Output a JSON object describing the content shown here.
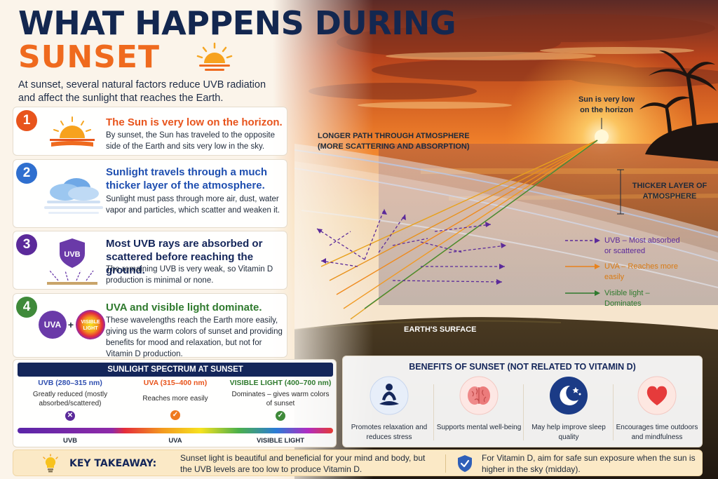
{
  "header": {
    "title_line1": "WHAT HAPPENS DURING",
    "title_line2": "SUNSET",
    "intro": "At sunset, several natural factors reduce UVB radiation and affect the sunlight that reaches the Earth."
  },
  "steps": [
    {
      "number": "1",
      "color": "#e8541c",
      "title": "The Sun is very low on the horizon.",
      "title_color": "#e8541c",
      "body": "By sunset, the Sun has traveled to the opposite side of the Earth and sits very low in the sky."
    },
    {
      "number": "2",
      "color": "#2f6fcf",
      "title": "Sunlight travels through a much thicker layer of the atmosphere.",
      "title_color": "#1f4fb0",
      "body": "Sunlight must pass through more air, dust, water vapor and particles, which scatter and weaken it."
    },
    {
      "number": "3",
      "color": "#5b2a9a",
      "title": "Most UVB rays are absorbed or scattered before reaching the ground.",
      "title_color": "#14265a",
      "body": "The remaining UVB is very weak, so Vitamin D production is minimal or none.",
      "icon_label": "UVB"
    },
    {
      "number": "4",
      "color": "#3f8a3a",
      "title": "UVA and visible light dominate.",
      "title_color": "#2f7a2e",
      "body": "These wavelengths reach the Earth more easily, giving us the warm colors of sunset and providing benefits for mood and relaxation, but not for Vitamin D production.",
      "icon_uva": "UVA",
      "icon_plus": "+",
      "icon_visible": "VISIBLE LIGHT"
    }
  ],
  "diagram": {
    "longer_path": "LONGER PATH THROUGH ATMOSPHERE (MORE SCATTERING AND ABSORPTION)",
    "sun_label": "Sun is very low on the horizon",
    "thicker_layer": "THICKER LAYER OF ATMOSPHERE",
    "earth_surface": "EARTH'S SURFACE",
    "legend": [
      {
        "text": "UVB – Most absorbed or scattered",
        "color": "#5b2a9a"
      },
      {
        "text": "UVA – Reaches more easily",
        "color": "#e8821c"
      },
      {
        "text": "Visible light – Dominates",
        "color": "#2f7a2e"
      }
    ]
  },
  "spectrum": {
    "title": "SUNLIGHT SPECTRUM AT SUNSET",
    "columns": [
      {
        "name": "UVB (280–315 nm)",
        "color": "#2f4fb0",
        "desc": "Greatly reduced (mostly absorbed/scattered)",
        "mark": "✕",
        "mark_color": "#5b2a9a",
        "bar_label": "UVB"
      },
      {
        "name": "UVA (315–400 nm)",
        "color": "#e8541c",
        "desc": "Reaches more easily",
        "mark": "✓",
        "mark_color": "#ef7a1e",
        "bar_label": "UVA"
      },
      {
        "name": "VISIBLE LIGHT (400–700 nm)",
        "color": "#2f7a2e",
        "desc": "Dominates – gives warm colors of sunset",
        "mark": "✓",
        "mark_color": "#3f8a3a",
        "bar_label": "VISIBLE LIGHT"
      }
    ]
  },
  "benefits": {
    "title": "BENEFITS OF SUNSET (NOT RELATED TO VITAMIN D)",
    "items": [
      {
        "text": "Promotes relaxation and reduces stress",
        "icon": "meditation-icon"
      },
      {
        "text": "Supports mental well-being",
        "icon": "brain-icon"
      },
      {
        "text": "May help improve sleep quality",
        "icon": "moon-stars-icon"
      },
      {
        "text": "Encourages time outdoors and mindfulness",
        "icon": "heart-icon"
      }
    ]
  },
  "takeaway": {
    "label": "KEY TAKEAWAY:",
    "text1": "Sunset light is beautiful and beneficial for your mind and body, but the UVB levels are too low to produce Vitamin D.",
    "text2": "For Vitamin D, aim for safe sun exposure when the sun is higher in the sky (midday)."
  }
}
